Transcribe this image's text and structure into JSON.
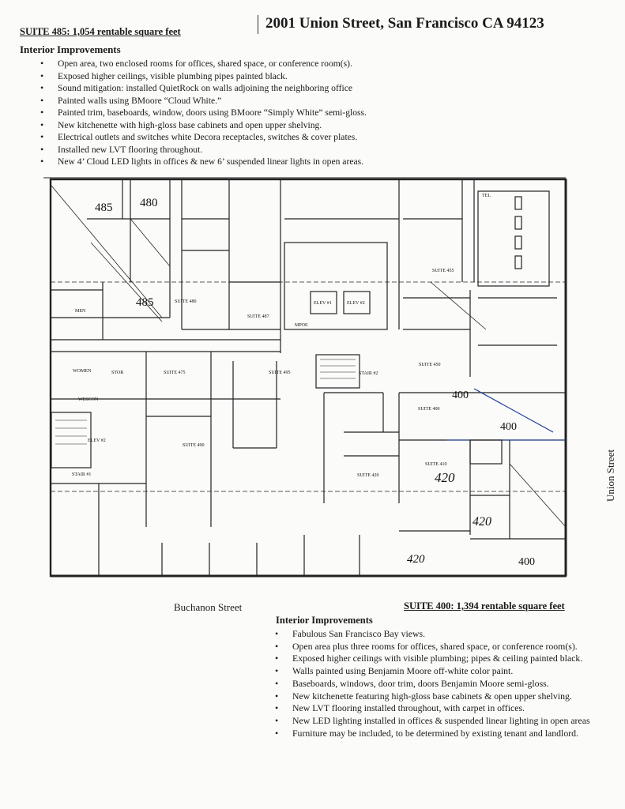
{
  "header": {
    "suite485_title": "SUITE 485: 1,054 rentable square feet",
    "address": "2001 Union Street, San Francisco CA 94123"
  },
  "suite485": {
    "heading": "Interior Improvements",
    "items": [
      "Open area, two enclosed rooms for offices, shared space, or conference room(s).",
      "Exposed higher ceilings, visible plumbing pipes painted black.",
      "Sound mitigation: installed QuietRock on walls adjoining the neighboring office",
      "Painted walls using BMoore “Cloud White.”",
      "Painted trim, baseboards, window, doors using BMoore “Simply White” semi-gloss.",
      "New kitchenette with high-gloss base cabinets and open upper shelving.",
      "Electrical outlets and switches white Decora receptacles, switches & cover plates.",
      "Installed new LVT flooring throughout.",
      "New  4’ Cloud LED lights in offices & new 6’ suspended linear lights in open areas."
    ]
  },
  "plan": {
    "labels": {
      "s485a": "485",
      "s480": "480",
      "s485b": "485",
      "s400a": "400",
      "s400b": "400",
      "s400c": "400",
      "s420a": "420",
      "s420b": "420",
      "s420c": "420"
    },
    "tags": {
      "suite480": "SUITE 480",
      "suite487": "SUITE 487",
      "suite475": "SUITE 475",
      "suite495": "SUITE 495",
      "suite490": "SUITE 490",
      "suite455": "SUITE 455",
      "suite450": "SUITE 450",
      "suite400": "SUITE 400",
      "suite410": "SUITE 410",
      "suite420": "SUITE 420",
      "elev1": "ELEV #1",
      "elev2": "ELEV #2",
      "elev3": "ELEV #2",
      "men": "MEN",
      "women": "WOMEN",
      "stor": "STOR",
      "wescon": "WESCON",
      "stair": "STAIR #1",
      "stair2": "STAIR #2",
      "mpoe": "MPOE",
      "tel": "TEL"
    }
  },
  "streets": {
    "buchanan": "Buchanon Street",
    "union": "Union Street"
  },
  "suite400": {
    "title": "SUITE 400: 1,394 rentable square feet",
    "heading": "Interior Improvements",
    "items": [
      "Fabulous San Francisco Bay views.",
      "Open area plus three rooms for offices, shared space, or conference room(s).",
      "Exposed higher ceilings with visible plumbing; pipes & ceiling painted black.",
      "Walls painted using Benjamin Moore off-white color paint.",
      "Baseboards, windows, door trim, doors  Benjamin Moore semi-gloss.",
      "New kitchenette featuring high-gloss base cabinets & open upper shelving.",
      "New LVT flooring installed throughout, with carpet in offices.",
      "New LED lighting installed in offices & suspended linear lighting in open areas",
      "Furniture may be included, to be determined by existing tenant and landlord."
    ]
  }
}
